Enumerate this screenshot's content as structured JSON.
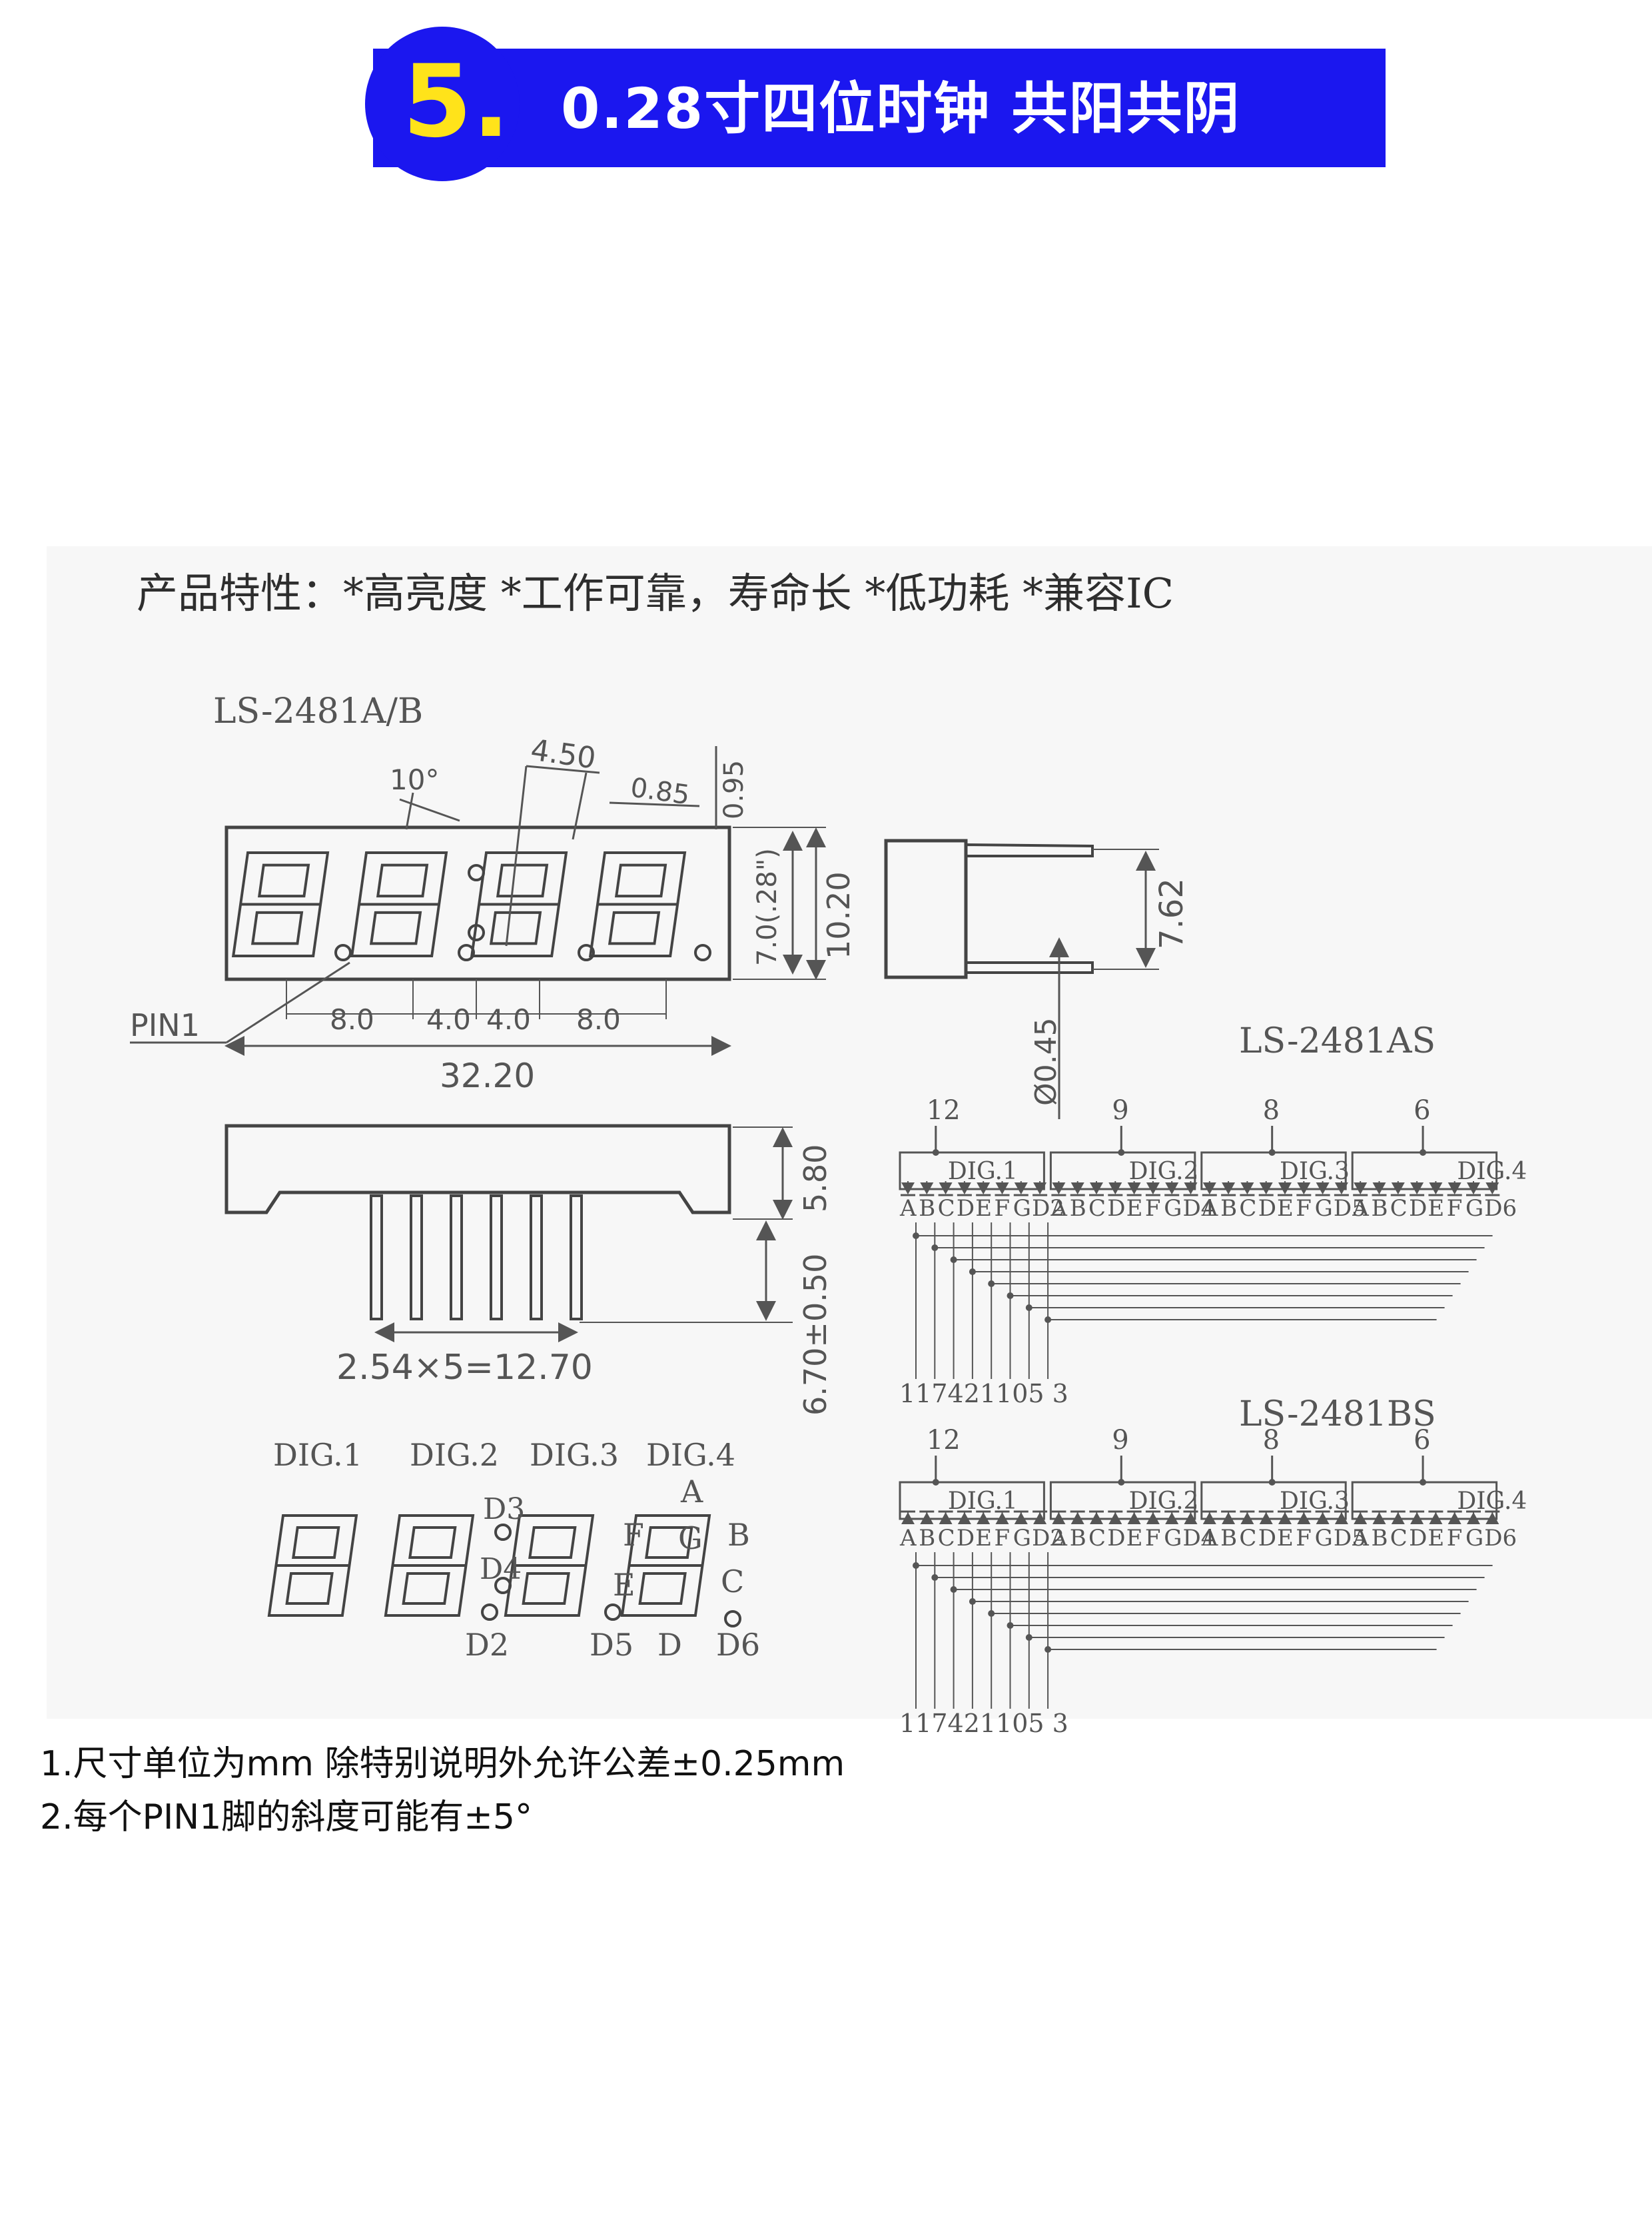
{
  "header": {
    "number": "5.",
    "title": "0.28寸四位时钟 共阳共阴",
    "color": "#1b17ef",
    "number_color": "#ffe31a"
  },
  "features": "产品特性：*高亮度 *工作可靠，寿命长 *低功耗 *兼容IC",
  "model_ab": "LS-2481A/B",
  "dims": {
    "angle": "10°",
    "seg_width": "4.50",
    "gap": "0.85",
    "dot": "0.95",
    "char_height": "7.0(.28\")",
    "height": "10.20",
    "pitch_a": "8.0",
    "pitch_b": "4.0",
    "pitch_c": "4.0",
    "pitch_d": "8.0",
    "total_width": "32.20",
    "pin1": "PIN1",
    "side_pitch": "7.62",
    "pin_dia": "Ø0.45",
    "body_depth": "5.80",
    "pin_length": "6.70±0.50",
    "pin_spacing": "2.54×5=12.70"
  },
  "digit_labels": [
    "DIG.1",
    "DIG.2",
    "DIG.3",
    "DIG.4"
  ],
  "segment_labels": {
    "a": "A",
    "b": "B",
    "c": "C",
    "d": "D",
    "e": "E",
    "f": "F",
    "g": "G",
    "d2": "D2",
    "d3": "D3",
    "d4": "D4",
    "d5": "D5",
    "d6": "D6"
  },
  "schematic_as": {
    "title": "LS-2481AS",
    "pin_numbers": [
      "12",
      "9",
      "8",
      "6"
    ],
    "digits": [
      "DIG.1",
      "DIG.2",
      "DIG.3",
      "DIG.4"
    ],
    "segments": [
      "A",
      "B",
      "C",
      "D",
      "E",
      "F",
      "G",
      "D2",
      "A",
      "B",
      "C",
      "D",
      "E",
      "F",
      "G",
      "D4",
      "A",
      "B",
      "C",
      "D",
      "E",
      "F",
      "G",
      "D5",
      "A",
      "B",
      "C",
      "D",
      "E",
      "F",
      "G",
      "D6"
    ],
    "bottom_pins": "117421105 3"
  },
  "schematic_bs": {
    "title": "LS-2481BS",
    "pin_numbers": [
      "12",
      "9",
      "8",
      "6"
    ],
    "digits": [
      "DIG.1",
      "DIG.2",
      "DIG.3",
      "DIG.4"
    ],
    "segments": [
      "A",
      "B",
      "C",
      "D",
      "E",
      "F",
      "G",
      "D2",
      "A",
      "B",
      "C",
      "D",
      "E",
      "F",
      "G",
      "D4",
      "A",
      "B",
      "C",
      "D",
      "E",
      "F",
      "G",
      "D5",
      "A",
      "B",
      "C",
      "D",
      "E",
      "F",
      "G",
      "D6"
    ],
    "bottom_pins": "117421105 3"
  },
  "notes": [
    "1.尺寸单位为mm 除特别说明外允许公差±0.25mm",
    "2.每个PIN1脚的斜度可能有±5°"
  ]
}
